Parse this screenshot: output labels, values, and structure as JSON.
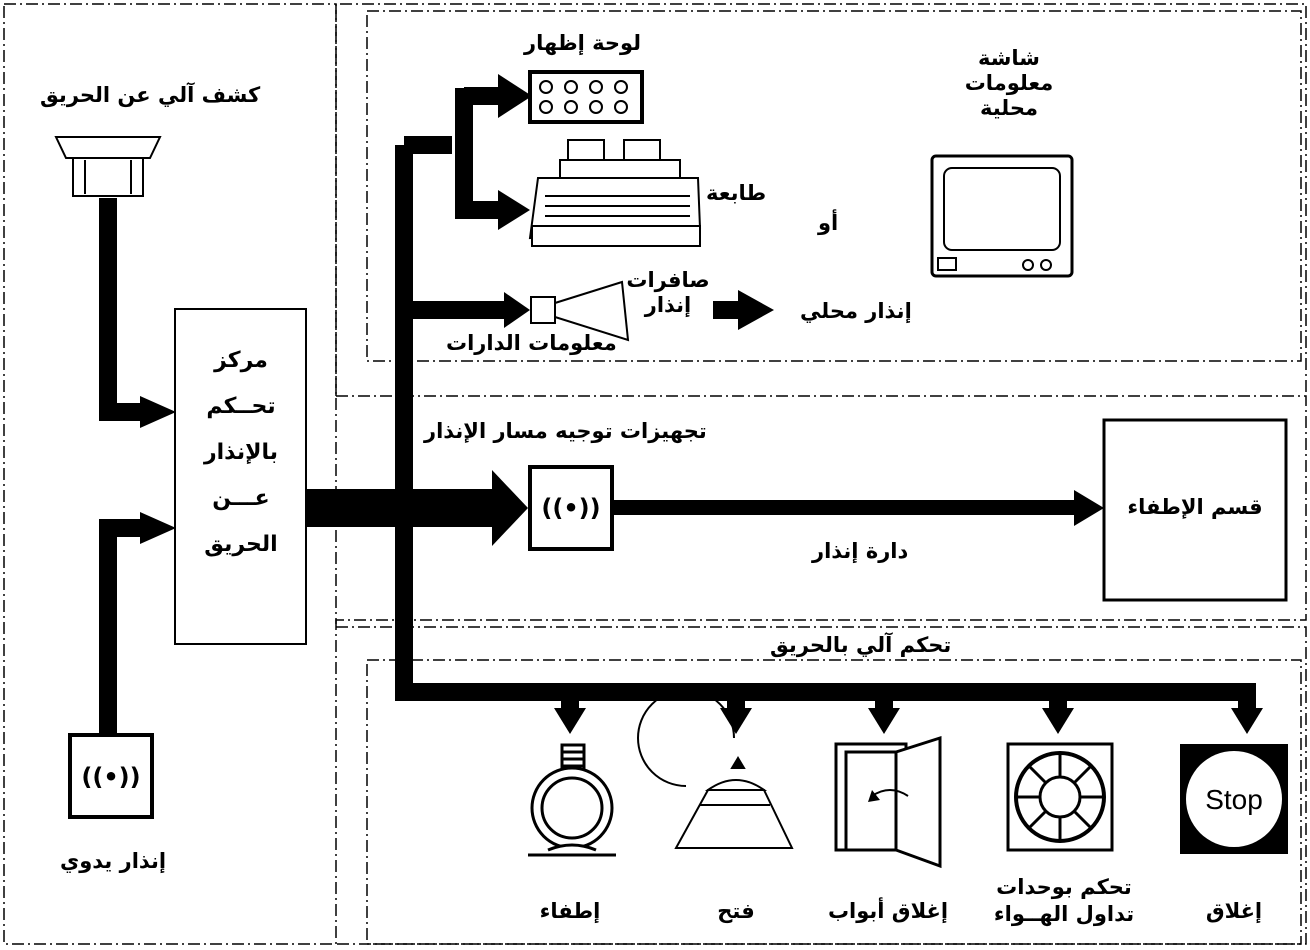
{
  "detector": {
    "label": "كشف آلي عن الحريق"
  },
  "manual_alarm": {
    "label": "إنذار يدوي"
  },
  "control_center": {
    "lines": [
      "مركز",
      "تحــكم",
      "بالإنذار",
      "عـــن",
      "الحريق"
    ]
  },
  "outputs": {
    "display_panel": "لوحة إظهار",
    "printer": "طابعة",
    "or_label": "أو",
    "local_screen": [
      "شاشة",
      "معلومات",
      "محلية"
    ],
    "sirens": [
      "صافرات",
      "إنذار"
    ],
    "circuits_info": "معلومات الدارات",
    "local_alarm": "إنذار محلي"
  },
  "routing": {
    "title": "تجهيزات توجيه مسار الإنذار",
    "circuit_label": "دارة إنذار",
    "fire_department": "قسم الإطفاء"
  },
  "automatic_control": {
    "title": "تحكم آلي بالحريق",
    "stop_text": "Stop",
    "items": {
      "extinguish": "إطفاء",
      "open": "فتح",
      "close_doors": "إغلاق أبواب",
      "hvac": [
        "تحكم بوحدات",
        "تداول الهــواء"
      ],
      "shutdown": "إغلاق"
    }
  }
}
